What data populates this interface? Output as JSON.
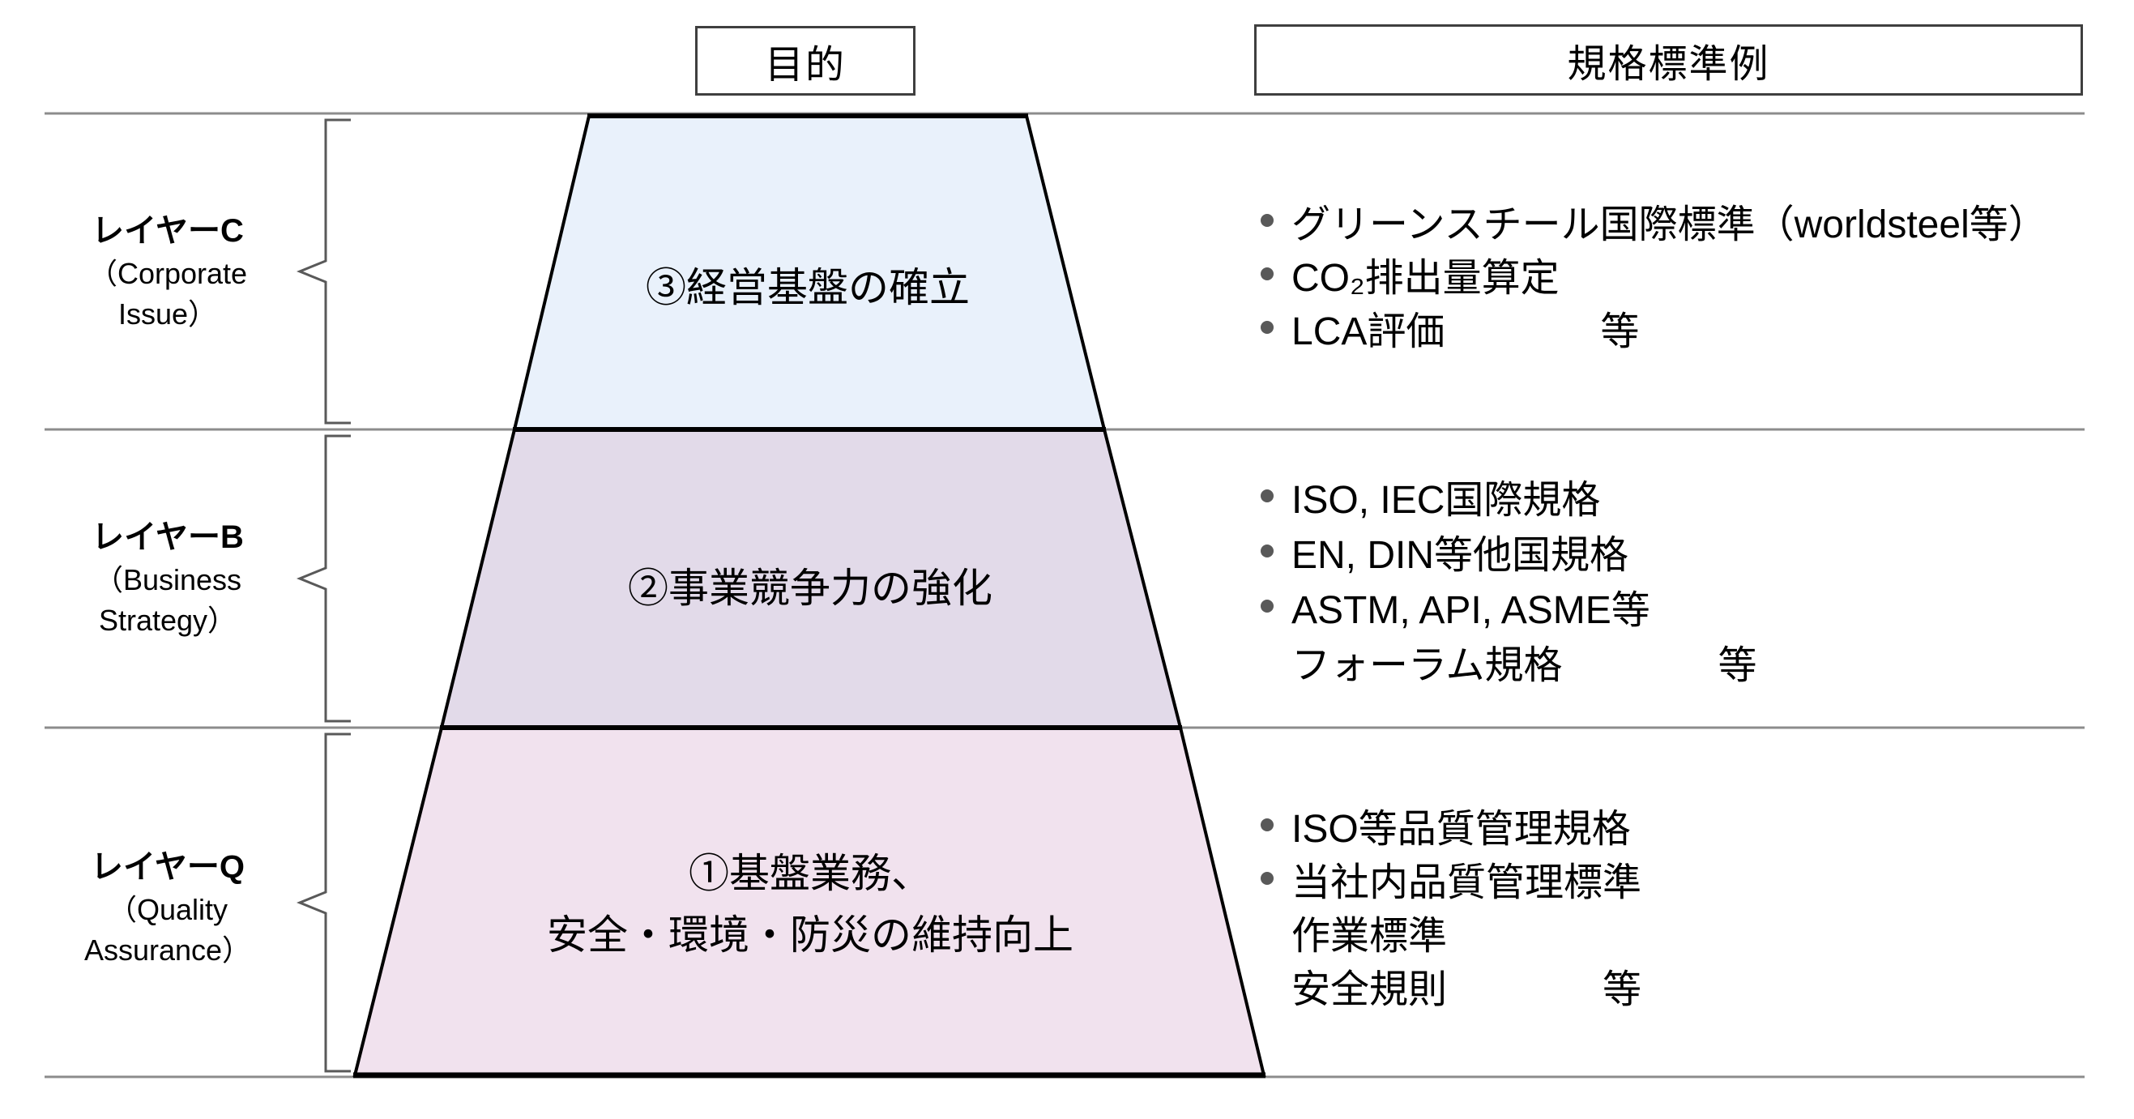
{
  "header": {
    "purpose": "目的",
    "standards": "規格標準例"
  },
  "colors": {
    "layer_c_fill": "#e9f1fb",
    "layer_b_fill": "#e2dae9",
    "layer_q_fill": "#f1e2ee",
    "bullet_gray": "#595959",
    "grid_line_gray": "#8c8c8c",
    "shape_stroke": "#000000",
    "header_box_border": "#3f3f3f"
  },
  "layers": {
    "c": {
      "name": "レイヤーC",
      "sub1": "（Corporate",
      "sub2": "Issue）",
      "purpose": "③経営基盤の確立",
      "examples": [
        "グリーンスチール国際標準（worldsteel等）",
        "CO₂排出量算定",
        "LCA評価　　　　等"
      ]
    },
    "b": {
      "name": "レイヤーB",
      "sub1": "（Business",
      "sub2": "Strategy）",
      "purpose": "②事業競争力の強化",
      "examples": [
        "ISO, IEC国際規格",
        "EN, DIN等他国規格",
        "ASTM, API, ASME等",
        "フォーラム規格　　　　等"
      ]
    },
    "q": {
      "name": "レイヤーQ",
      "sub1": "（Quality",
      "sub2": "Assurance）",
      "purpose_line1": "①基盤業務、",
      "purpose_line2": "安全・環境・防災の維持向上",
      "examples": [
        "ISO等品質管理規格",
        "当社内品質管理標準",
        "作業標準",
        "安全規則　　　　等"
      ]
    }
  }
}
